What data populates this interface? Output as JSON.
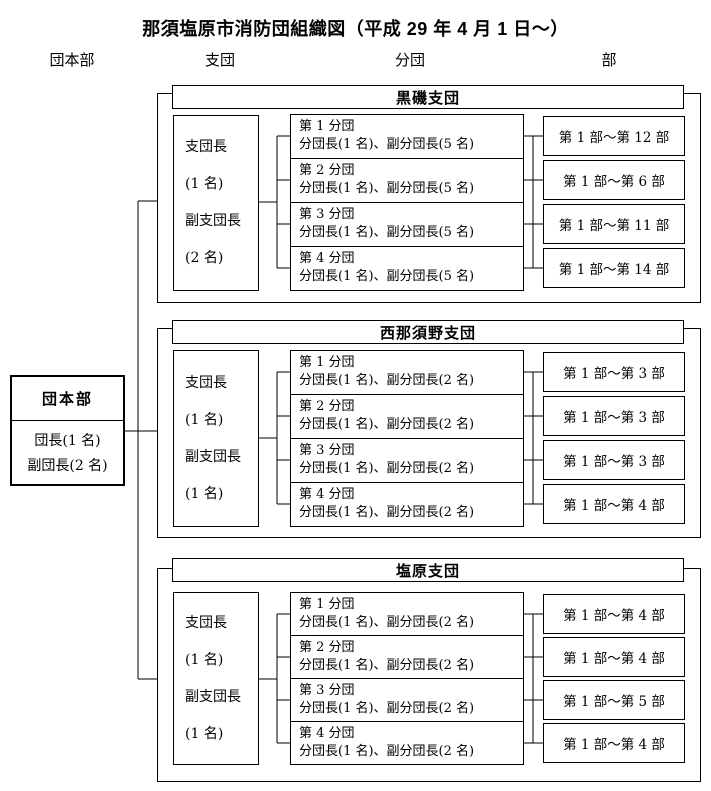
{
  "title": "那須塩原市消防団組織図（平成 29 年 4 月 1 日～）",
  "column_headers": [
    "団本部",
    "支団",
    "分団",
    "部"
  ],
  "colors": {
    "line": "#000000",
    "background": "#ffffff",
    "text": "#000000"
  },
  "headquarters": {
    "title": "団本部",
    "lines": [
      "団長(1 名)",
      "副団長(2 名)"
    ]
  },
  "sections": [
    {
      "title": "黒磯支団",
      "leader_lines": [
        "支団長",
        "(1 名)",
        "副支団長",
        "(2 名)"
      ],
      "units": [
        {
          "name": "第 1 分団",
          "staff": "分団長(1 名)、副分団長(5 名)",
          "parts": "第 1 部～第 12 部"
        },
        {
          "name": "第 2 分団",
          "staff": "分団長(1 名)、副分団長(5 名)",
          "parts": "第 1 部～第 6 部"
        },
        {
          "name": "第 3 分団",
          "staff": "分団長(1 名)、副分団長(5 名)",
          "parts": "第 1 部～第 11 部"
        },
        {
          "name": "第 4 分団",
          "staff": "分団長(1 名)、副分団長(5 名)",
          "parts": "第 1 部～第 14 部"
        }
      ]
    },
    {
      "title": "西那須野支団",
      "leader_lines": [
        "支団長",
        "(1 名)",
        "副支団長",
        "(1 名)"
      ],
      "units": [
        {
          "name": "第 1 分団",
          "staff": "分団長(1 名)、副分団長(2 名)",
          "parts": "第 1 部～第 3 部"
        },
        {
          "name": "第 2 分団",
          "staff": "分団長(1 名)、副分団長(2 名)",
          "parts": "第 1 部～第 3 部"
        },
        {
          "name": "第 3 分団",
          "staff": "分団長(1 名)、副分団長(2 名)",
          "parts": "第 1 部～第 3 部"
        },
        {
          "name": "第 4 分団",
          "staff": "分団長(1 名)、副分団長(2 名)",
          "parts": "第 1 部～第 4 部"
        }
      ]
    },
    {
      "title": "塩原支団",
      "leader_lines": [
        "支団長",
        "(1 名)",
        "副支団長",
        "(1 名)"
      ],
      "units": [
        {
          "name": "第 1 分団",
          "staff": "分団長(1 名)、副分団長(2 名)",
          "parts": "第 1 部～第 4 部"
        },
        {
          "name": "第 2 分団",
          "staff": "分団長(1 名)、副分団長(2 名)",
          "parts": "第 1 部～第 4 部"
        },
        {
          "name": "第 3 分団",
          "staff": "分団長(1 名)、副分団長(2 名)",
          "parts": "第 1 部～第 5 部"
        },
        {
          "name": "第 4 分団",
          "staff": "分団長(1 名)、副分団長(2 名)",
          "parts": "第 1 部～第 4 部"
        }
      ]
    }
  ]
}
